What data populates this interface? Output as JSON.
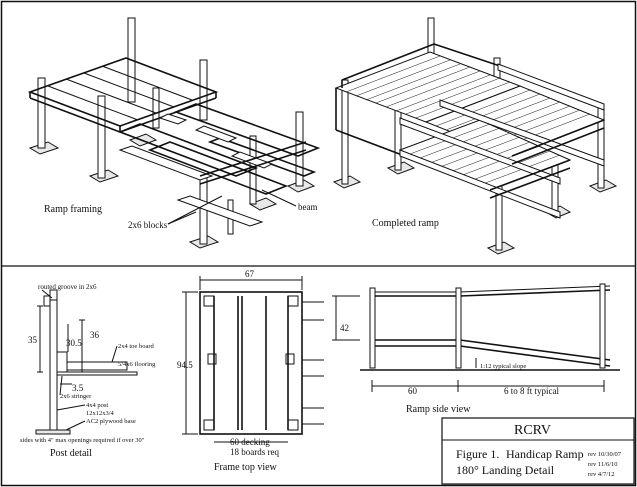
{
  "views": {
    "ramp_framing": {
      "caption": "Ramp framing",
      "callout_blocks": "2x6 blocks",
      "callout_beam": "beam"
    },
    "completed_ramp": {
      "caption": "Completed ramp"
    },
    "post_detail": {
      "caption": "Post detail",
      "note_groove": "routed groove in 2x6",
      "dim_35": "35",
      "dim_30_5": "30.5",
      "dim_36": "36",
      "dim_3_5": "3.5",
      "toe_board": "2x4 toe board",
      "flooring": "5/4x6 flooring",
      "stringer": "2x6 stringer",
      "post": "4x4 post",
      "base_size": "12x12x3/4",
      "base_material": "AC2 plywood base",
      "note_sides": "sides with 4\" max openings required if over 30\""
    },
    "frame_top_view": {
      "caption": "Frame top view",
      "dim_67": "67",
      "dim_94_5": "94.5",
      "decking": "60 decking",
      "boards": "18 boards req"
    },
    "ramp_side_view": {
      "caption": "Ramp side view",
      "dim_42": "42",
      "slope": "1:12 typical slope",
      "dim_60": "60",
      "span": "6 to 8 ft typical"
    }
  },
  "title_block": {
    "org": "RCRV",
    "figure": "Figure 1.",
    "title_line1": "Handicap Ramp",
    "title_line2": "180° Landing Detail",
    "rev1": "rev 10/30/07",
    "rev2": "rev 11/6/10",
    "rev3": "rev 4/7/12"
  }
}
